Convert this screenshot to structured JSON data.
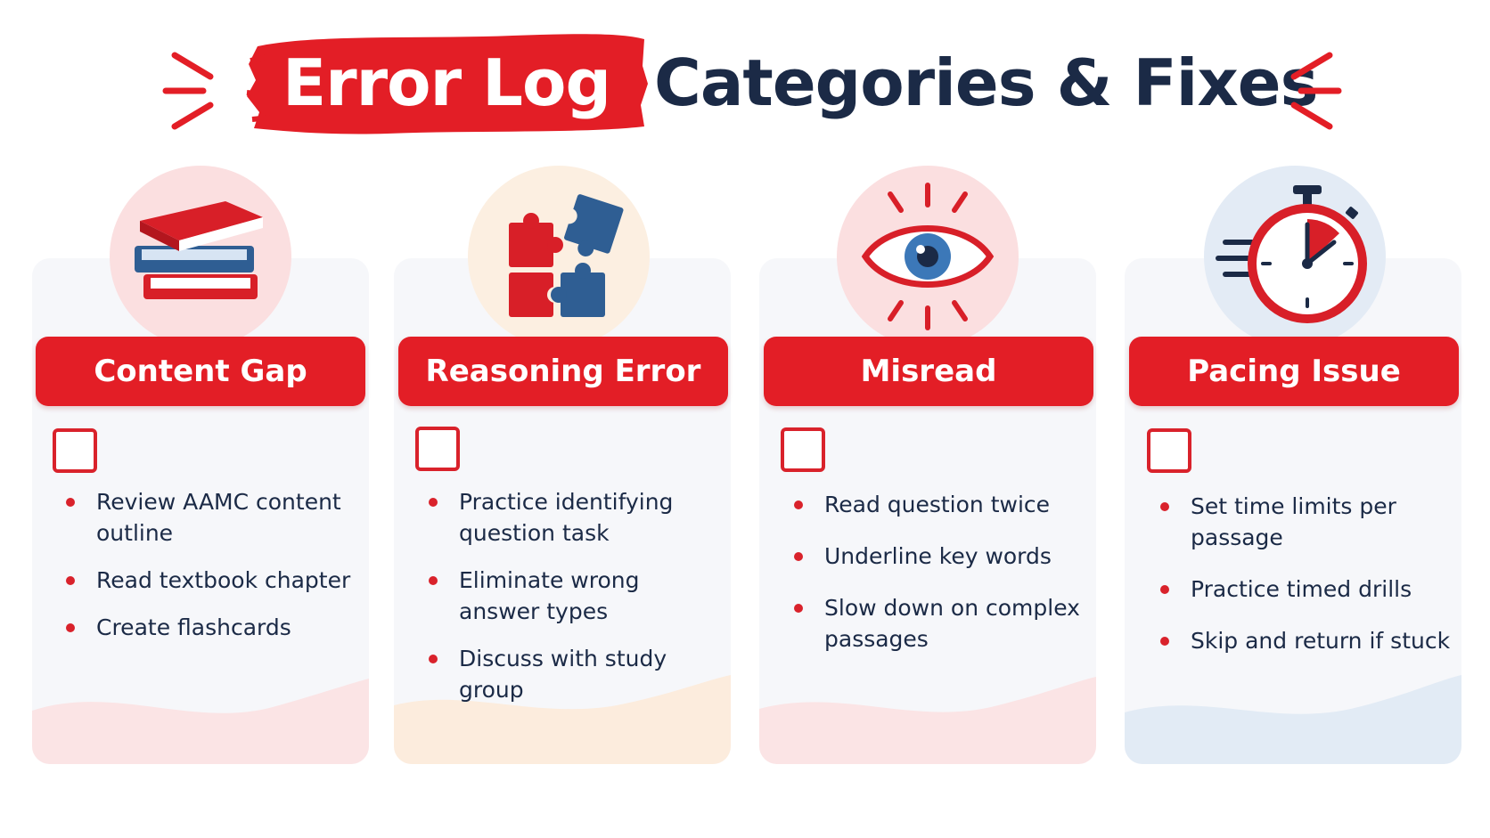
{
  "title": {
    "highlight": "Error Log",
    "rest": "Categories & Fixes"
  },
  "colors": {
    "accent_red": "#e31e26",
    "navy": "#1b2a46",
    "card_bg": "#f6f7fa"
  },
  "cards": [
    {
      "icon": "books-icon",
      "label": "Content Gap",
      "checked": false,
      "items": [
        "Review AAMC content outline",
        "Read textbook chapter",
        "Create flashcards"
      ]
    },
    {
      "icon": "puzzle-icon",
      "label": "Reasoning Error",
      "checked": false,
      "items": [
        "Practice identifying question task",
        "Eliminate wrong answer types",
        "Discuss with study group"
      ]
    },
    {
      "icon": "eye-icon",
      "label": "Misread",
      "checked": false,
      "items": [
        "Read question twice",
        "Underline key words",
        "Slow down on complex passages"
      ]
    },
    {
      "icon": "stopwatch-icon",
      "label": "Pacing Issue",
      "checked": false,
      "items": [
        "Set time limits per passage",
        "Practice timed drills",
        "Skip and return if stuck"
      ]
    }
  ]
}
